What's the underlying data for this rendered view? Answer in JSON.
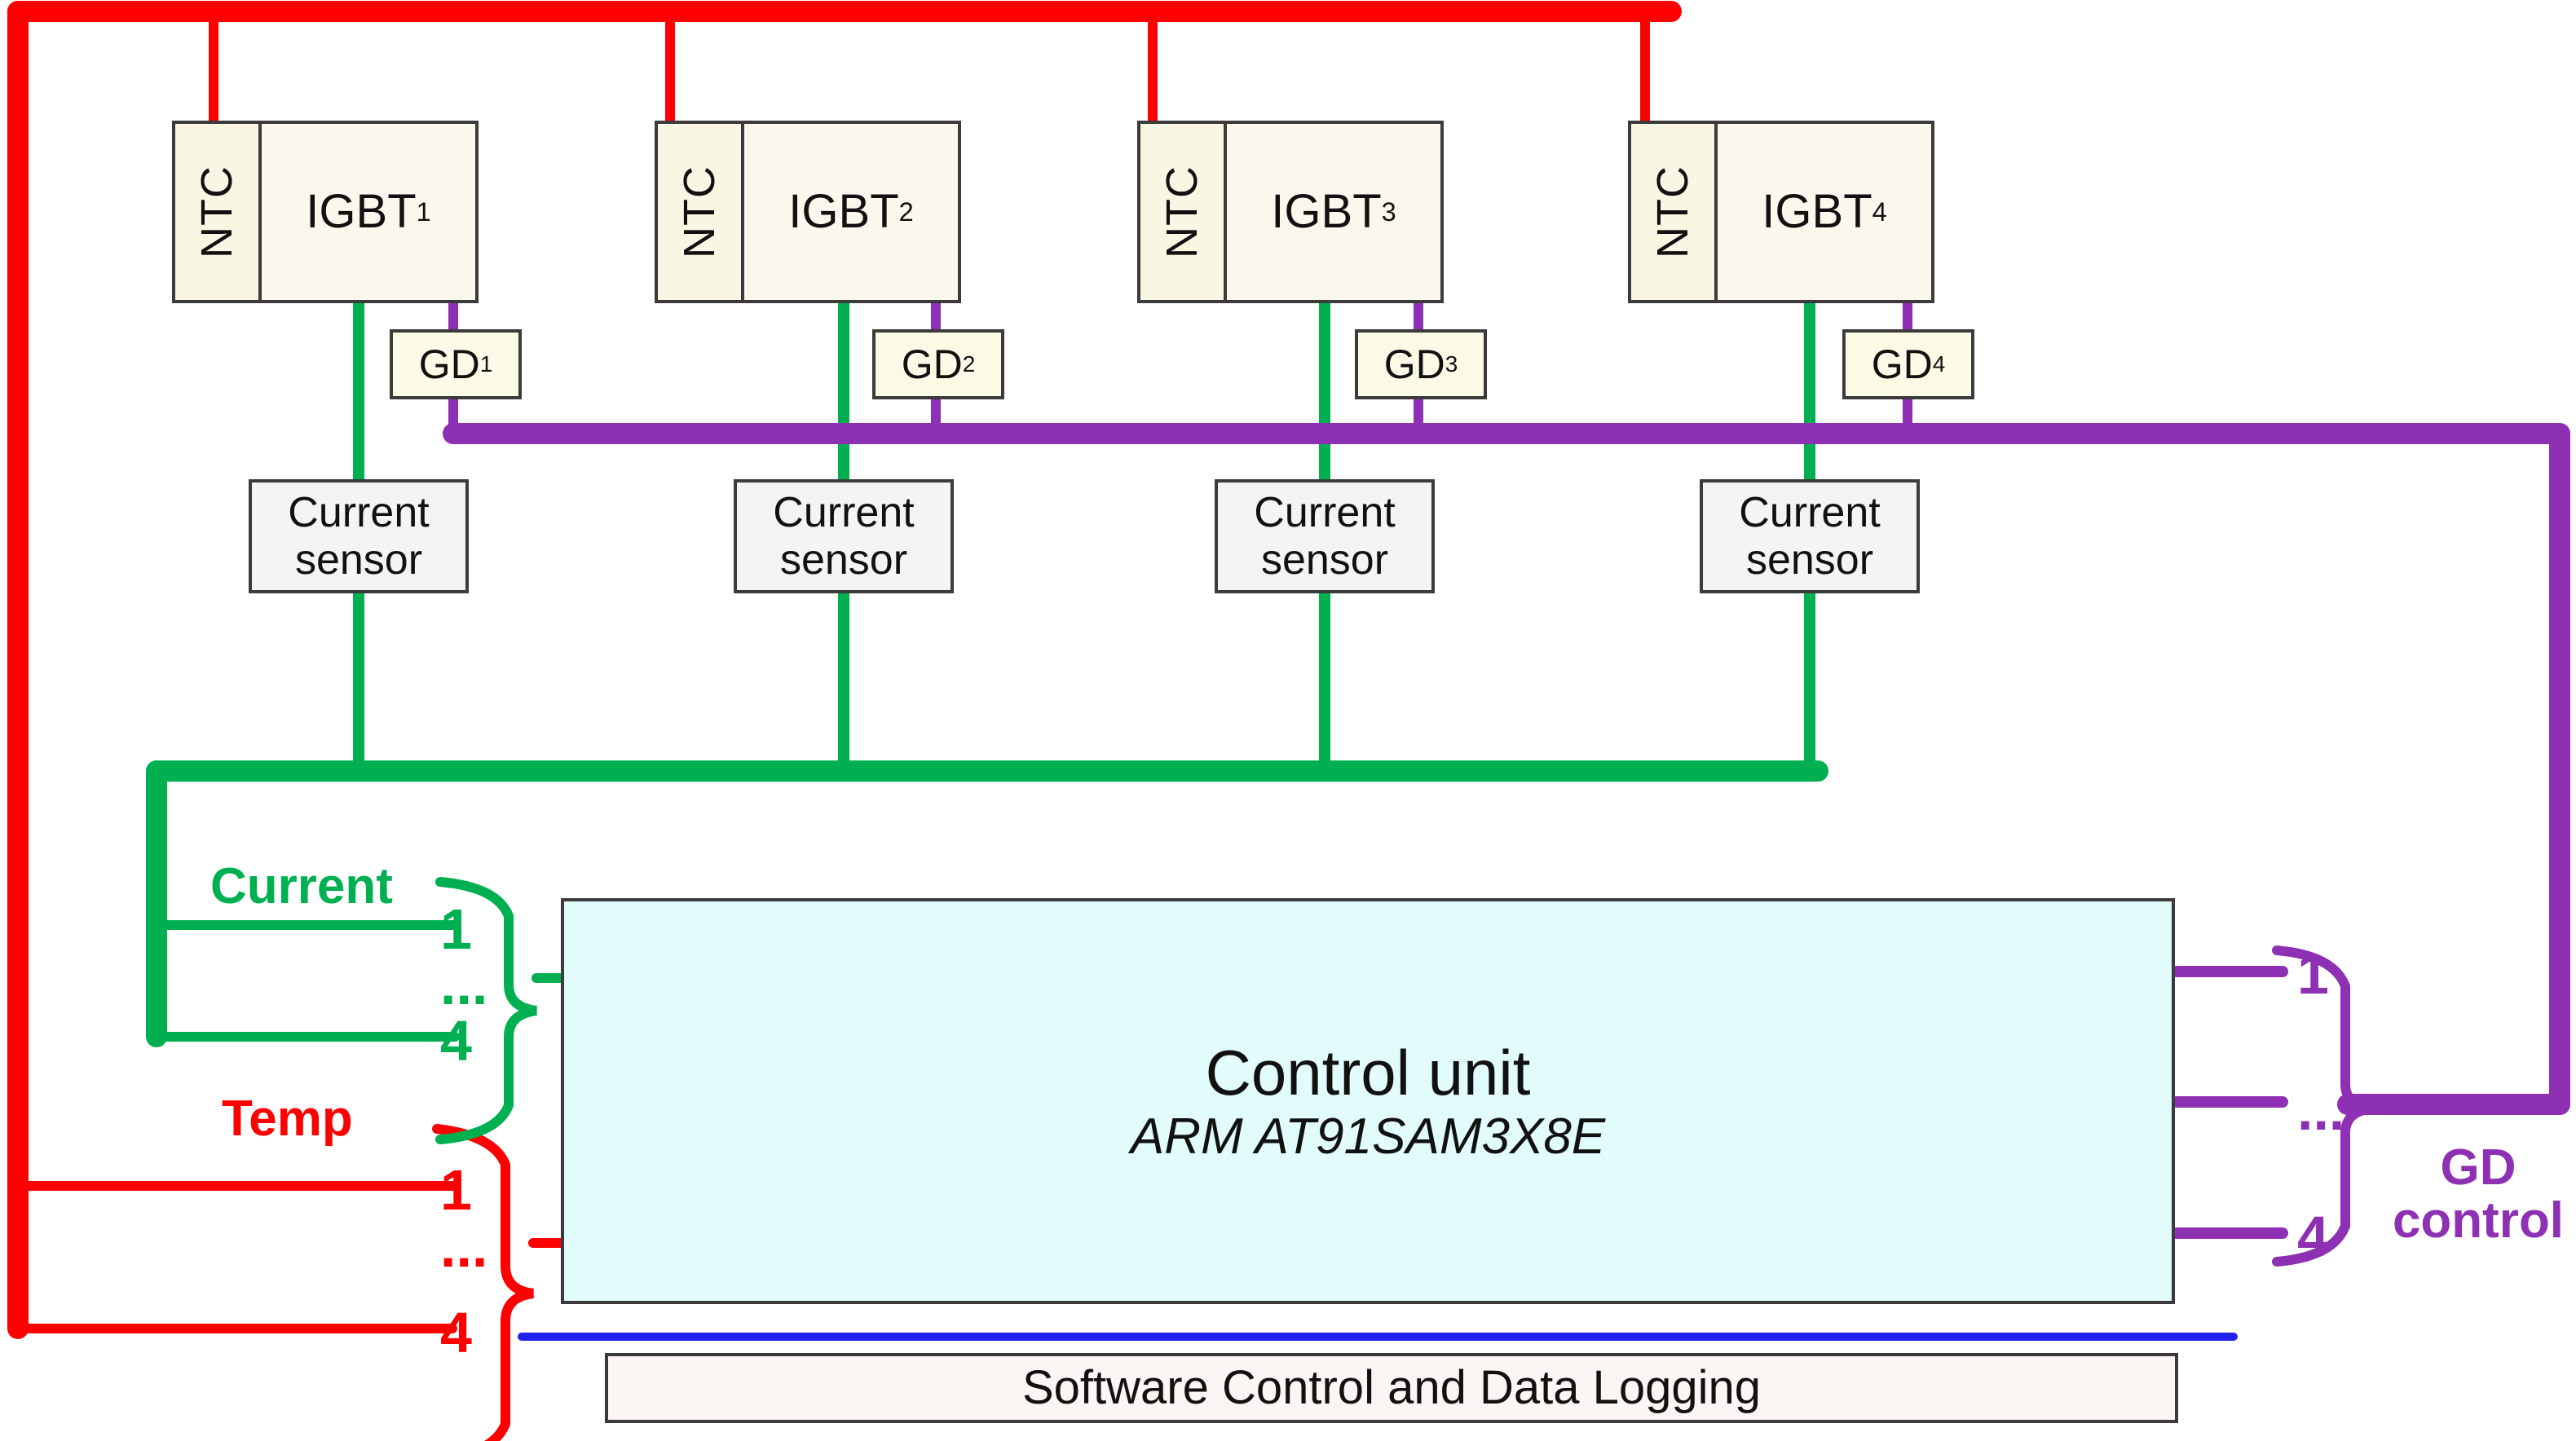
{
  "diagram": {
    "title": "IGBT power module monitoring and gate-drive control block diagram",
    "colors": {
      "temp_red": "#ff0000",
      "current_green": "#00b050",
      "gd_purple": "#8e30b4",
      "software_blue": "#2222ee",
      "control_unit_fill": "#e2fbfb",
      "igbt_fill": "#fbf7ec",
      "ntc_fill": "#faf6e4",
      "gd_fill": "#fbfae6",
      "sensor_fill": "#f4f4f4",
      "software_fill": "#fbf6f4",
      "outline": "#3b3b3b"
    },
    "ntc_label": "NTC",
    "igbt_blocks": [
      {
        "base": "IGBT",
        "index": "1"
      },
      {
        "base": "IGBT",
        "index": "2"
      },
      {
        "base": "IGBT",
        "index": "3"
      },
      {
        "base": "IGBT",
        "index": "4"
      }
    ],
    "gate_drivers": [
      {
        "base": "GD",
        "index": "1"
      },
      {
        "base": "GD",
        "index": "2"
      },
      {
        "base": "GD",
        "index": "3"
      },
      {
        "base": "GD",
        "index": "4"
      }
    ],
    "current_sensors": [
      {
        "line1": "Current",
        "line2": "sensor"
      },
      {
        "line1": "Current",
        "line2": "sensor"
      },
      {
        "line1": "Current",
        "line2": "sensor"
      },
      {
        "line1": "Current",
        "line2": "sensor"
      }
    ],
    "control_unit": {
      "title": "Control unit",
      "subtitle": "ARM AT91SAM3X8E"
    },
    "software_bar": {
      "label": "Software Control and Data Logging"
    },
    "buses": {
      "current": {
        "label": "Current",
        "channel_first": "1",
        "channel_ellipsis": "...",
        "channel_last": "4"
      },
      "temperature": {
        "label": "Temp",
        "channel_first": "1",
        "channel_ellipsis": "...",
        "channel_last": "4"
      },
      "gate_drive": {
        "label": "GD\ncontrol",
        "channel_first": "1",
        "channel_ellipsis": "...",
        "channel_last": "4"
      }
    }
  }
}
